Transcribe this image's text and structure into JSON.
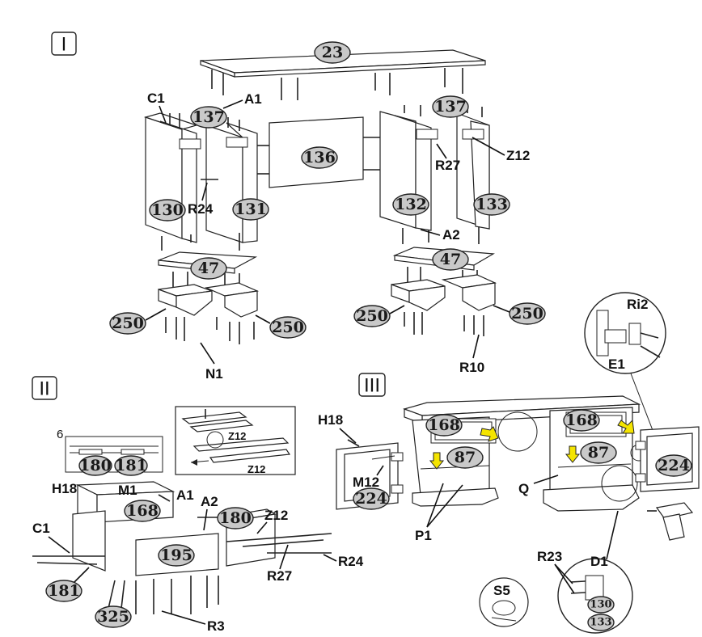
{
  "sections": {
    "one": "I",
    "two": "II",
    "three": "III"
  },
  "badges": {
    "top": "23",
    "panel_137_left": "137",
    "panel_137_right": "137",
    "back": "136",
    "side_130": "130",
    "side_131": "131",
    "side_132": "132",
    "side_133": "133",
    "shelf_47_left": "47",
    "shelf_47_right": "47",
    "base_250_a": "250",
    "base_250_b": "250",
    "base_250_c": "250",
    "base_250_d": "250",
    "detail_180": "180",
    "detail_181": "181",
    "drawer_168": "168",
    "drawer_180": "180",
    "front_195": "195",
    "part_181": "181",
    "part_325": "325",
    "mirror_224_left": "224",
    "desk_168_left": "168",
    "desk_168_right": "168",
    "desk_87_left": "87",
    "desk_87_right": "87",
    "mirror_224_right": "224",
    "hinge_130": "130",
    "hinge_133": "133"
  },
  "labels": {
    "C1": "C1",
    "A1": "A1",
    "R24": "R24",
    "Z12": "Z12",
    "R27": "R27",
    "A2": "A2",
    "N1": "N1",
    "R10": "R10",
    "Ri2": "Ri2",
    "E1": "E1",
    "six": "6",
    "z12_detail_a": "Z12",
    "z12_detail_b": "Z12",
    "H18": "H18",
    "M1": "M1",
    "A1_II": "A1",
    "A2_II": "A2",
    "Z12_II": "Z12",
    "C1_II": "C1",
    "R24_II": "R24",
    "R27_II": "R27",
    "R3": "R3",
    "H18_III": "H18",
    "M12": "M12",
    "P1": "P1",
    "Q": "Q",
    "R23": "R23",
    "D1": "D1",
    "S5": "S5"
  }
}
